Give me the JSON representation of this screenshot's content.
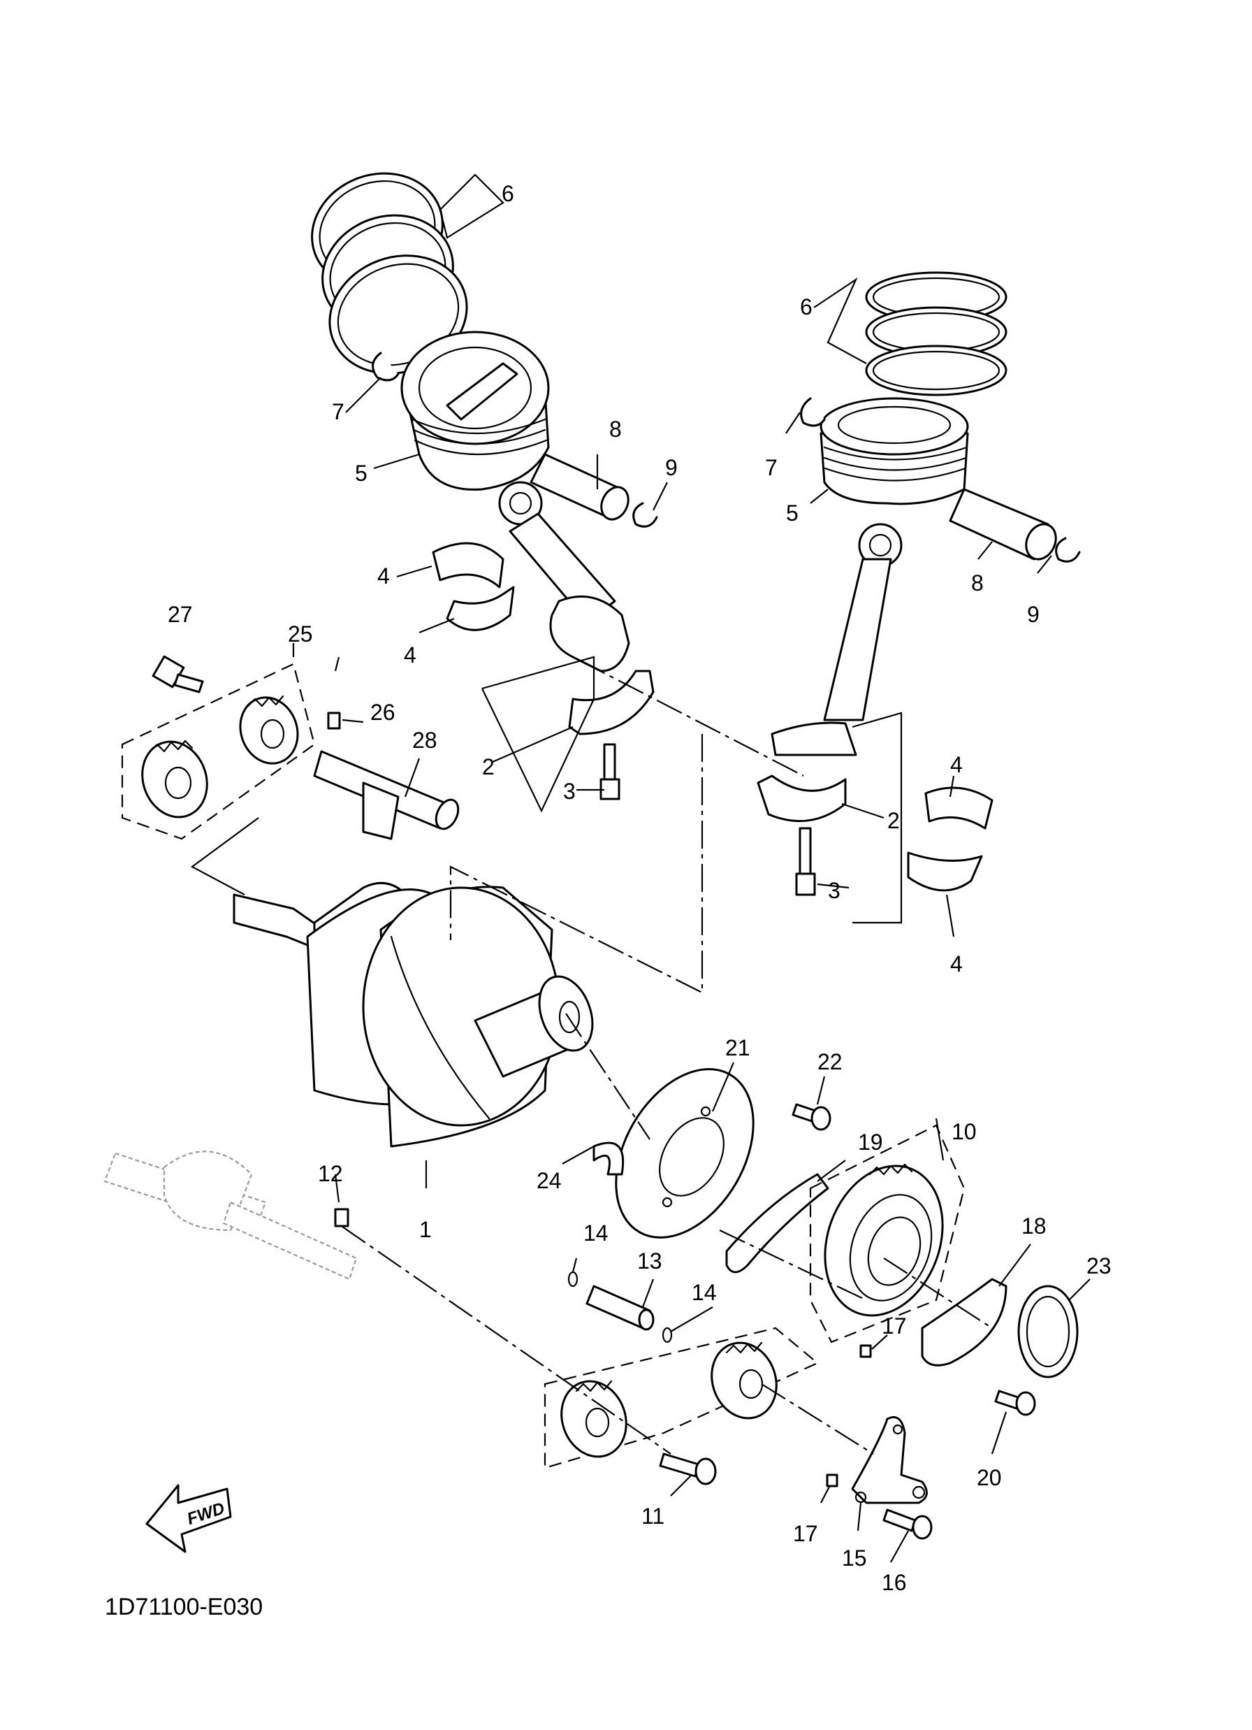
{
  "diagram": {
    "code": "1D71100-E030",
    "direction_label": "FWD",
    "callouts": {
      "c1": "1",
      "c2a": "2",
      "c2b": "2",
      "c3a": "3",
      "c3b": "3",
      "c4a": "4",
      "c4b": "4",
      "c4c": "4",
      "c4d": "4",
      "c5a": "5",
      "c5b": "5",
      "c6a": "6",
      "c6b": "6",
      "c7a": "7",
      "c7b": "7",
      "c8a": "8",
      "c8b": "8",
      "c9a": "9",
      "c9b": "9",
      "c10": "10",
      "c11": "11",
      "c12": "12",
      "c13": "13",
      "c14a": "14",
      "c14b": "14",
      "c15": "15",
      "c16": "16",
      "c17a": "17",
      "c17b": "17",
      "c18": "18",
      "c19": "19",
      "c20": "20",
      "c21": "21",
      "c22": "22",
      "c23": "23",
      "c24": "24",
      "c25": "25",
      "c26": "26",
      "c27": "27",
      "c28": "28"
    }
  }
}
